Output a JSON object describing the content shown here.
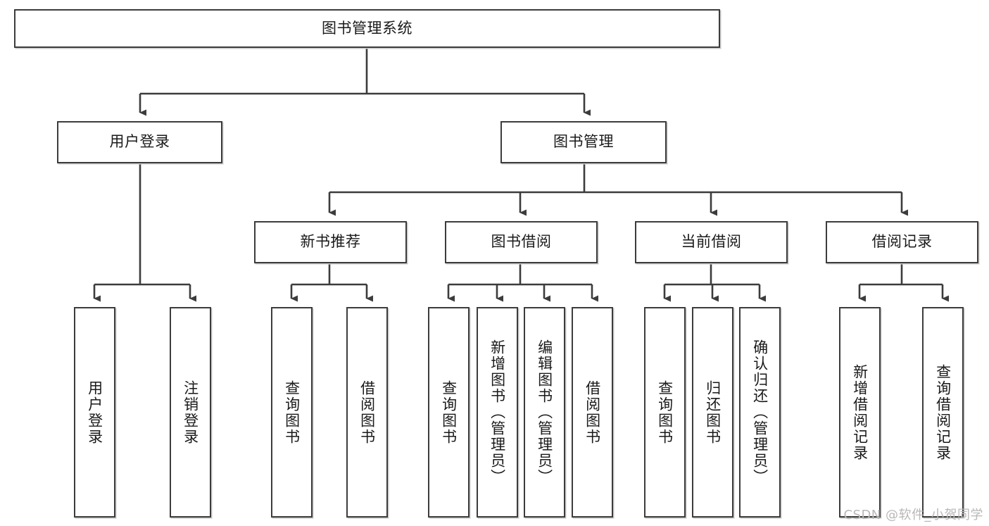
{
  "diagram": {
    "title": "图书管理系统",
    "type": "tree",
    "watermark": "CSDN @软件_小贺同学",
    "colors": {
      "box_border": "#3c3c3c",
      "box_fill": "#ffffff",
      "connector": "#3c3c3c",
      "shadow": "#c9c9c9",
      "text": "#1a1a1a",
      "watermark": "#b8b8b8"
    },
    "nodes": {
      "root": {
        "label": "图书管理系统"
      },
      "level2": [
        {
          "label": "用户登录"
        },
        {
          "label": "图书管理"
        }
      ],
      "level3": [
        {
          "label": "新书推荐"
        },
        {
          "label": "图书借阅"
        },
        {
          "label": "当前借阅"
        },
        {
          "label": "借阅记录"
        }
      ],
      "leaves": {
        "user_login": [
          {
            "label": "用户登录"
          },
          {
            "label": "注销登录"
          }
        ],
        "new_book_recommend": [
          {
            "label": "查询图书"
          },
          {
            "label": "借阅图书"
          }
        ],
        "book_borrow": [
          {
            "label": "查询图书"
          },
          {
            "label": "新增图书（管理员）"
          },
          {
            "label": "编辑图书（管理员）"
          },
          {
            "label": "借阅图书"
          }
        ],
        "current_borrow": [
          {
            "label": "查询图书"
          },
          {
            "label": "归还图书"
          },
          {
            "label": "确认归还（管理员）"
          }
        ],
        "borrow_record": [
          {
            "label": "新增借阅记录"
          },
          {
            "label": "查询借阅记录"
          }
        ]
      }
    }
  }
}
